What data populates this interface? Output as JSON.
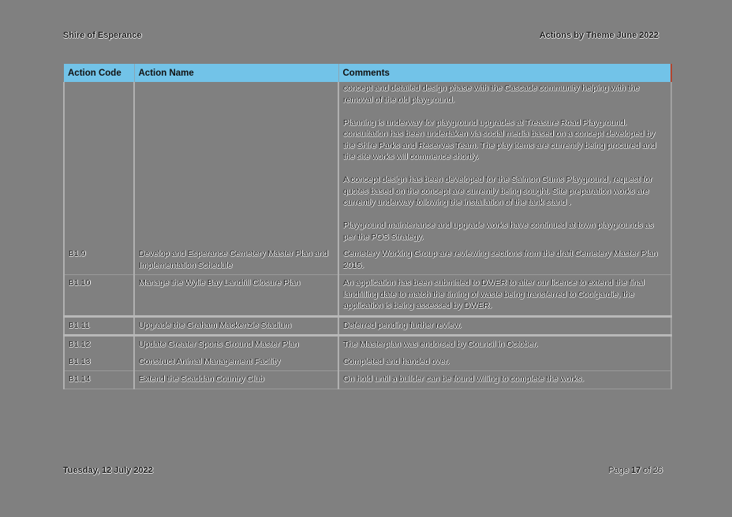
{
  "header": {
    "left": "Shire of Esperance",
    "right": "Actions by Theme June 2022"
  },
  "table": {
    "columns": [
      "Action Code",
      "Action Name",
      "Comments"
    ],
    "continuation": {
      "code": "",
      "name": "",
      "comments": [
        "concept and detailed design phase with the Cascade community helping with the removal of the old playground.",
        "Planning is underway for playground upgrades at Treasure Road Playground. consultation has been undertaken via social media based on a concept developed by the Shire Parks and Reserves Team. The play items are currently being procured and the site works will commence shortly.",
        "A concept design has been developed for the Salmon Gums Playground, request for quotes based on the concept are currently being sought. Site preparation works are currently underway following the installation of the tank stand .",
        "Playground maintenance and upgrade works have continued at town playgrounds as per the POS Strategy."
      ]
    },
    "rows": [
      {
        "code": "B1.9",
        "name": "Develop and Esperance Cemetery Master Plan and Implementation Schedule",
        "comment": "Cemetery Working Group are reviewing sections from the draft Cemetery Master Plan 2015."
      },
      {
        "code": "B1.10",
        "name": "Manage the Wylie Bay Landfill Closure Plan",
        "comment": "An application has been submitted to DWER to alter our licence to extend the final landfilling date to match the timing of waste being transferred to Coolgardie, the application is being assessed by DWER."
      },
      {
        "code": "B1.11",
        "name": "Upgrade the Graham Mackenzie Stadium",
        "comment": "Deferred pending further review."
      },
      {
        "code": "B1.12",
        "name": "Update Greater Sports Ground Master Plan",
        "comment": "The Masterplan was endorsed by Council in October."
      },
      {
        "code": "B1.13",
        "name": "Construct Animal Management Facility",
        "comment": "Completed and handed over."
      },
      {
        "code": "B1.14",
        "name": "Extend the Scaddan Country Club",
        "comment": "On hold until a builder can be found willing to complete the works."
      }
    ]
  },
  "footer": {
    "date": "Tuesday, 12 July 2022",
    "page_label": "Page",
    "page_current": "17",
    "page_of": "of",
    "page_total": "26"
  },
  "colors": {
    "page_background": "#808080",
    "table_header": "#72c3e8"
  }
}
